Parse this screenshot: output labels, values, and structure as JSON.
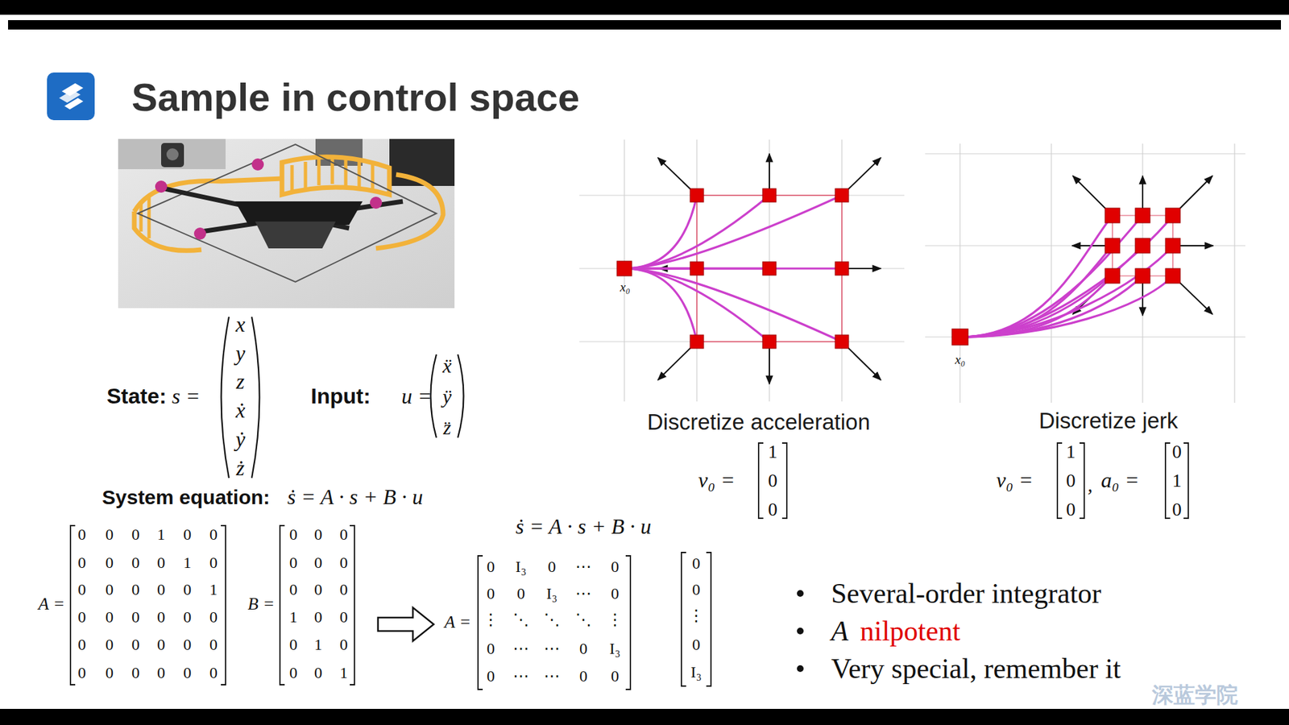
{
  "diagram": {
    "title": "Sample in control space",
    "labels": [
      "State:",
      "s =",
      "x",
      "y",
      "z",
      "ẋ",
      "ẏ",
      "ż",
      "Input:",
      "u =",
      "ẍ",
      "ÿ",
      "z̈",
      "System equation:",
      "ṡ = A · s + B · u",
      "A =",
      "0",
      "0",
      "0",
      "1",
      "0",
      "0",
      "0",
      "0",
      "0",
      "0",
      "1",
      "0",
      "0",
      "0",
      "0",
      "0",
      "0",
      "1",
      "0",
      "0",
      "0",
      "0",
      "0",
      "0",
      "0",
      "0",
      "0",
      "0",
      "0",
      "0",
      "0",
      "0",
      "0",
      "0",
      "0",
      "0",
      "B =",
      "0",
      "0",
      "0",
      "0",
      "0",
      "0",
      "0",
      "0",
      "0",
      "1",
      "0",
      "0",
      "0",
      "1",
      "0",
      "0",
      "0",
      "1",
      "ṡ = A · s + B · u",
      "A =",
      "0",
      "I₃",
      "0",
      "⋯",
      "0",
      "0",
      "0",
      "I₃",
      "⋯",
      "0",
      "⋮",
      "⋱",
      "⋱",
      "⋱",
      "⋮",
      "0",
      "⋯",
      "⋯",
      "0",
      "I₃",
      "0",
      "⋯",
      "⋯",
      "0",
      "0",
      "0",
      "0",
      "⋮",
      "0",
      "I₃",
      "Discretize acceleration",
      "v₀ =",
      "1",
      "0",
      "0",
      "Discretize jerk",
      "v₀ =",
      "1",
      "0",
      "0",
      ",",
      "a₀ =",
      "0",
      "1",
      "0",
      "x₀",
      "x₀",
      "Several-order integrator",
      "A",
      "nilpotent",
      "Very special, remember it",
      "深蓝学院"
    ]
  }
}
